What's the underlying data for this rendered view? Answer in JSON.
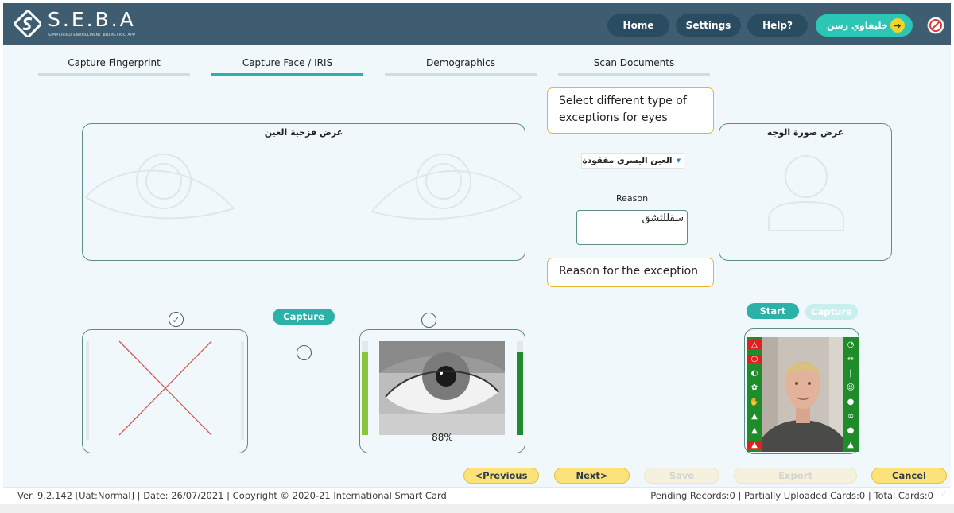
{
  "app": {
    "logo_text": "S.E.B.A",
    "logo_subtitle": "SIMPLIFIED ENROLLMENT BIOMETRIC APP"
  },
  "header": {
    "nav": [
      "Home",
      "Settings",
      "Help?"
    ],
    "user_name": "خليفاوي رسن",
    "user_icon": "arrow-right-icon",
    "accent_color": "#2cc6b7",
    "bar_color": "#3e5d70"
  },
  "tabs": [
    {
      "label": "Capture Fingerprint",
      "active": false
    },
    {
      "label": "Capture Face / IRIS",
      "active": true
    },
    {
      "label": "Demographics",
      "active": false
    },
    {
      "label": "Scan Documents",
      "active": false
    }
  ],
  "iris_panel": {
    "title": "عرض قزحية العين"
  },
  "face_panel": {
    "title": "عرض صورة الوجه"
  },
  "callouts": {
    "eye_exception": "Select different type of exceptions for eyes",
    "reason": "Reason for the exception"
  },
  "exception_select": {
    "selected": "العين اليسرى مفقودة"
  },
  "reason": {
    "label": "Reason",
    "value": "سقللثشق"
  },
  "iris_capture": {
    "capture_label": "Capture",
    "quality": "88%",
    "left_checked": true
  },
  "face_capture": {
    "start_label": "Start",
    "capture_label": "Capture"
  },
  "bottom_buttons": {
    "previous": "<Previous",
    "next": "Next>",
    "save": "Save",
    "export": "Export",
    "cancel": "Cancel"
  },
  "footer": {
    "left": "Ver. 9.2.142 [Uat:Normal] | Date: 26/07/2021 | Copyright © 2020-21 International Smart Card",
    "right": "Pending Records:0 | Partially Uploaded Cards:0 | Total Cards:0"
  }
}
